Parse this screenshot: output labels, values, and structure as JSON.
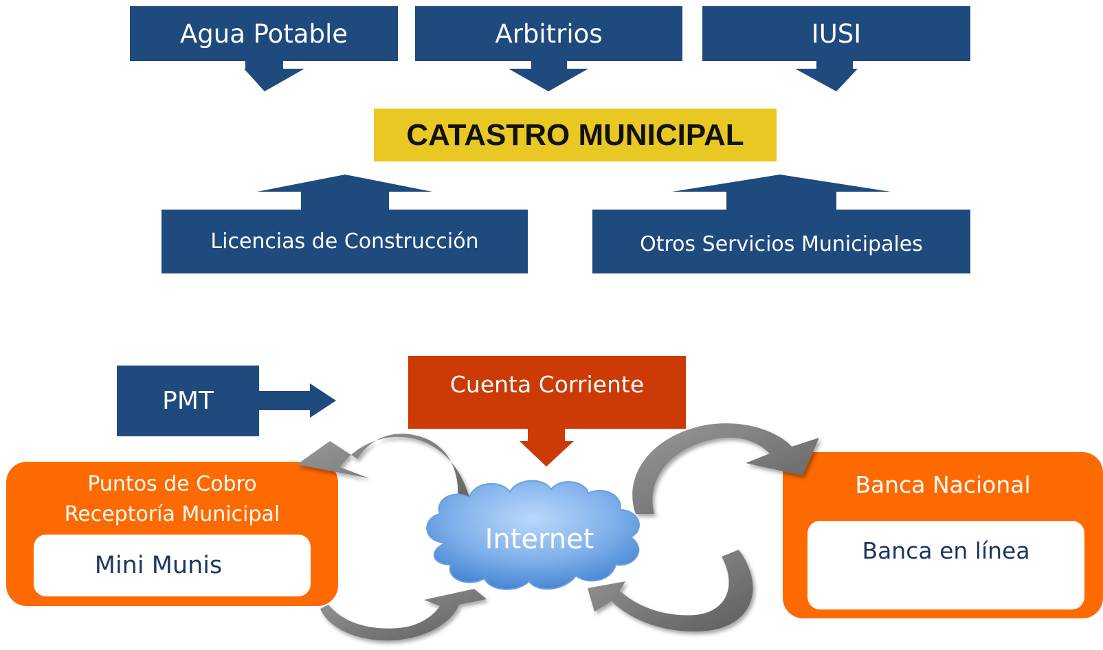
{
  "sources": {
    "agua": "Agua Potable",
    "arbitrios": "Arbitrios",
    "iusi": "IUSI"
  },
  "title": "CATASTRO MUNICIPAL",
  "inputs": {
    "licencias": "Licencias de Construcción",
    "otros": "Otros Servicios Municipales"
  },
  "pmt": "PMT",
  "cuenta": "Cuenta Corriente",
  "left_panel": {
    "line1": "Puntos de Cobro",
    "line2": "Receptoría Municipal",
    "card": "Mini Munis"
  },
  "right_panel": {
    "title": "Banca Nacional",
    "card": "Banca en línea"
  },
  "cloud": "Internet",
  "colors": {
    "navy": "#1f4a7e",
    "yellow": "#e9c823",
    "red": "#cc3a06",
    "orange": "#fd6a02",
    "gray_arrow": "#737373",
    "cloud_blue": "#7fb0ea"
  }
}
